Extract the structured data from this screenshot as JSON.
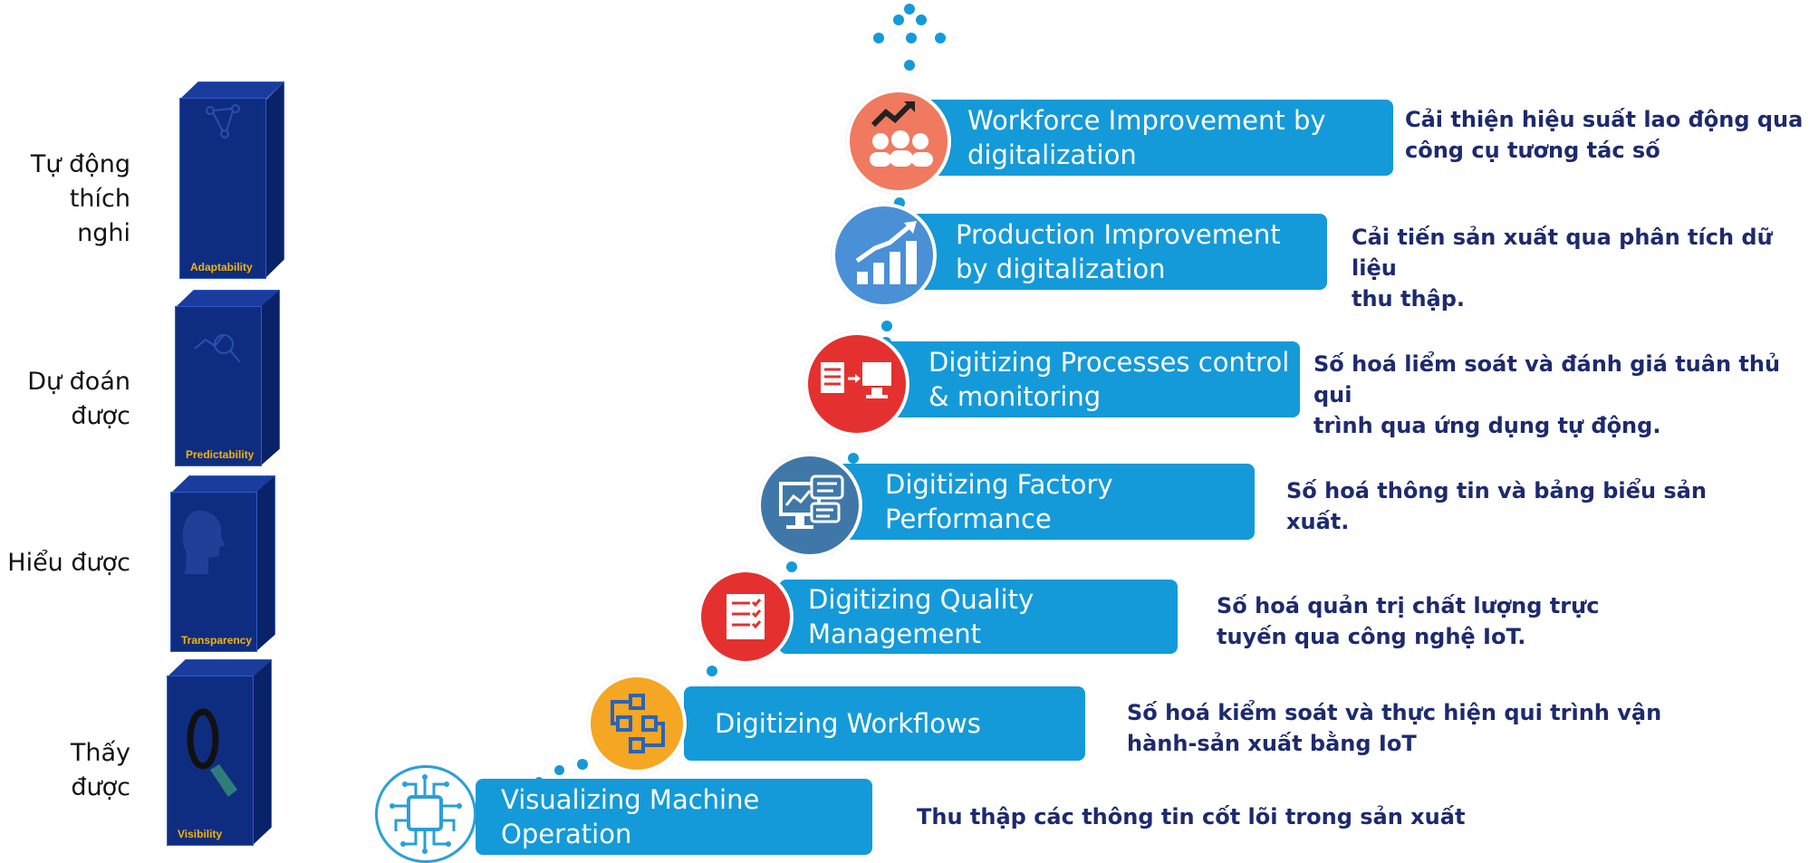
{
  "levels": [
    {
      "label_lines": [
        "Tự động",
        "thích",
        "nghi"
      ],
      "pillar_label": "Adaptability"
    },
    {
      "label_lines": [
        "Dự đoán",
        "được"
      ],
      "pillar_label": "Predictability"
    },
    {
      "label_lines": [
        "Hiểu được"
      ],
      "pillar_label": "Transparency"
    },
    {
      "label_lines": [
        "Thấy được"
      ],
      "pillar_label": "Visibility"
    }
  ],
  "steps": [
    {
      "title_lines": [
        "Workforce Improvement by",
        "digitalization"
      ],
      "desc_lines": [
        "Cải thiện hiệu suất lao động qua",
        "công cụ tương tác số"
      ],
      "icon": "workforce-growth-icon",
      "color": "#ef7a5f"
    },
    {
      "title_lines": [
        "Production Improvement",
        "by digitalization"
      ],
      "desc_lines": [
        "Cải tiến sản xuất qua phân tích dữ liệu",
        "thu thập."
      ],
      "icon": "rising-bar-chart-icon",
      "color": "#4a90d6"
    },
    {
      "title_lines": [
        "Digitizing Processes control",
        "& monitoring"
      ],
      "desc_lines": [
        "Số hoá liểm soát và đánh giá tuân thủ qui",
        "trình qua ứng dụng tự động."
      ],
      "icon": "document-to-computer-icon",
      "color": "#e4312f"
    },
    {
      "title_lines": [
        "Digitizing Factory",
        "Performance"
      ],
      "desc_lines": [
        "Số hoá thông tin và bảng biểu sản",
        "xuất."
      ],
      "icon": "monitor-dashboard-icon",
      "color": "#3f78a8"
    },
    {
      "title_lines": [
        "Digitizing Quality",
        "Management"
      ],
      "desc_lines": [
        "Số hoá quản trị chất lượng trực",
        "tuyến qua công nghệ IoT."
      ],
      "icon": "checklist-icon",
      "color": "#e4312f"
    },
    {
      "title_lines": [
        "Digitizing Workflows"
      ],
      "desc_lines": [
        "Số hoá kiểm soát và thực hiện qui trình vận",
        "hành-sản xuất bằng IoT"
      ],
      "icon": "workflow-icon",
      "color": "#f5a623"
    },
    {
      "title_lines": [
        "Visualizing Machine",
        "Operation"
      ],
      "desc_lines": [
        "Thu thập các thông tin cốt lõi trong sản xuất"
      ],
      "icon": "circuit-chip-icon",
      "color": "#2a9fd8"
    }
  ],
  "colors": {
    "bar": "#149ad9",
    "desc_text": "#1d2a6e",
    "pillar": "#0f2d80",
    "pillar_label": "#f5b400"
  }
}
